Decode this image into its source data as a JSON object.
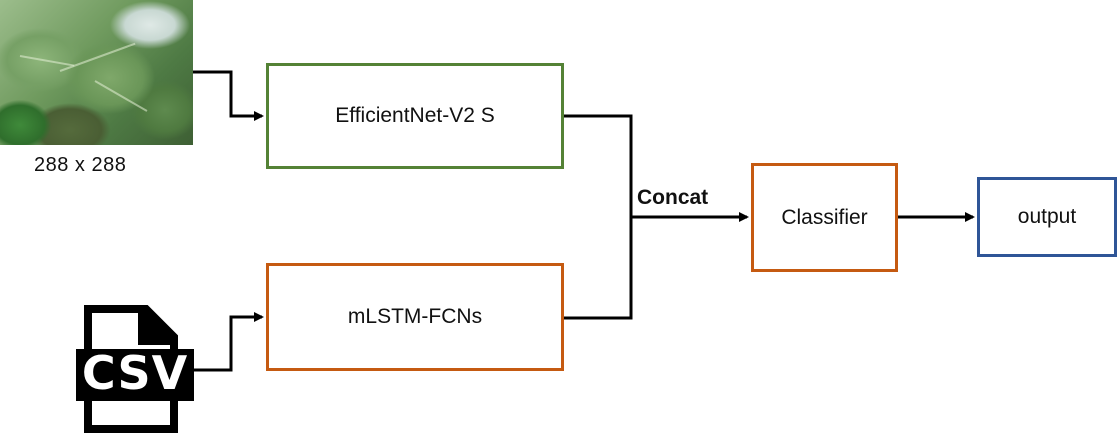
{
  "diagram": {
    "image_caption": "288 x 288",
    "csv_label": "CSV",
    "nodes": {
      "efficientnet": "EfficientNet-V2 S",
      "mlstm": "mLSTM-FCNs",
      "classifier": "Classifier",
      "output": "output"
    },
    "merge_label": "Concat"
  },
  "colors": {
    "image_branch_border": "#548235",
    "fusion_border": "#c55a11",
    "output_border": "#2f5597",
    "arrow": "#000000"
  },
  "icons": [
    "leaf-photo",
    "csv-file-icon"
  ]
}
